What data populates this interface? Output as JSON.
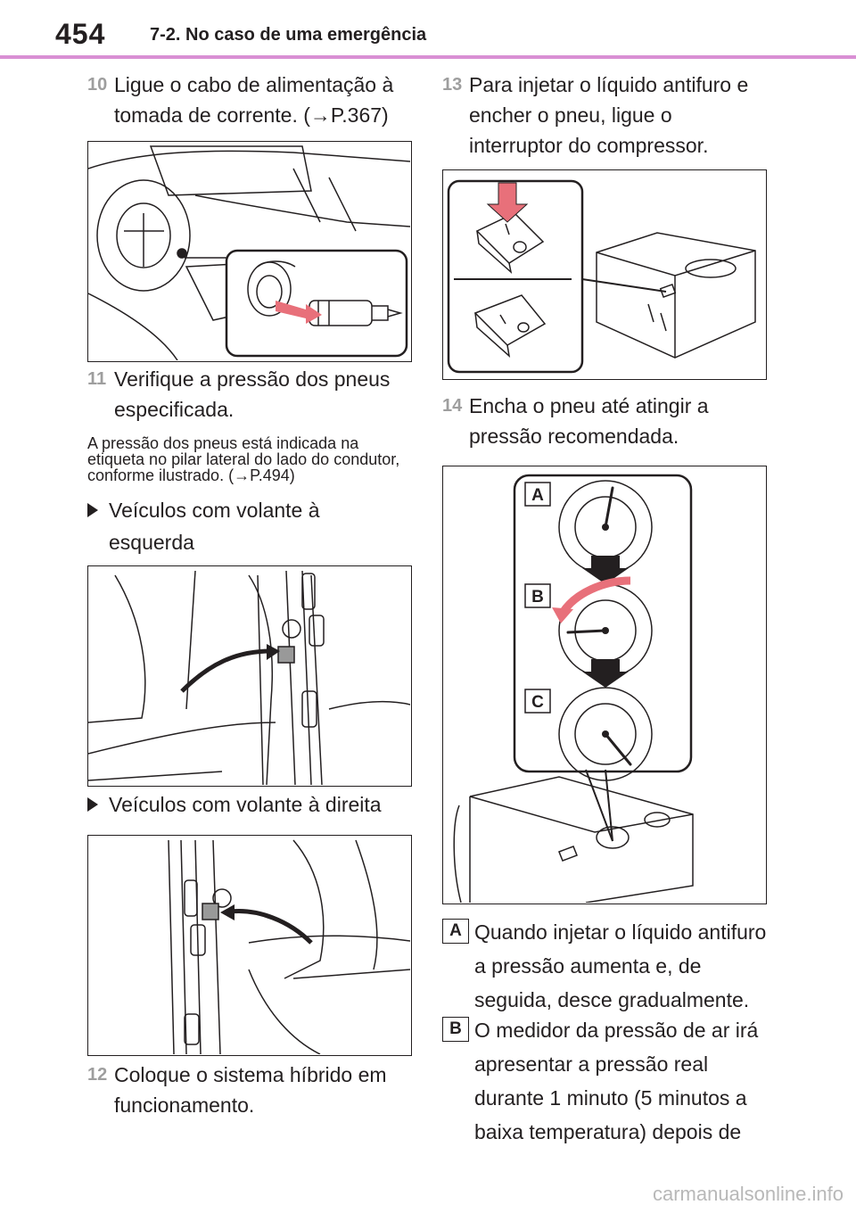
{
  "header": {
    "page_number": "454",
    "section_title": "7-2. No caso de uma emergência"
  },
  "left_column": {
    "step10": {
      "number": "10",
      "text": "Ligue o cabo de alimentação à tomada de corrente. (→P.367)"
    },
    "step11": {
      "number": "11",
      "text": "Verifique a pressão dos pneus especificada."
    },
    "note": "A pressão dos pneus está indicada na etiqueta no pilar lateral do lado do condutor, conforme ilustrado. (→P.494)",
    "bullet_left": "Veículos com volante à esquerda",
    "bullet_right": "Veículos com volante à direita",
    "step12": {
      "number": "12",
      "text": "Coloque o sistema híbrido em funcionamento."
    }
  },
  "right_column": {
    "step13": {
      "number": "13",
      "text": "Para injetar o líquido antifuro e encher o pneu, ligue o interruptor do compressor."
    },
    "step14": {
      "number": "14",
      "text": "Encha o pneu até atingir a pressão recomendada."
    },
    "gauge_labels": [
      "A",
      "B",
      "C"
    ],
    "legend": [
      {
        "tag": "A",
        "text": "Quando injetar o líquido antifuro a pressão aumenta e, de seguida, desce gradualmente."
      },
      {
        "tag": "B",
        "text": "O medidor da pressão de ar irá apresentar a pressão real durante 1 minuto (5 minutos a baixa temperatura) depois de"
      }
    ]
  },
  "watermark": "carmanualsonline.info",
  "colors": {
    "accent_rule": "#d98fd4",
    "step_number": "#9e9e9e",
    "arrow": "#e8707a"
  }
}
